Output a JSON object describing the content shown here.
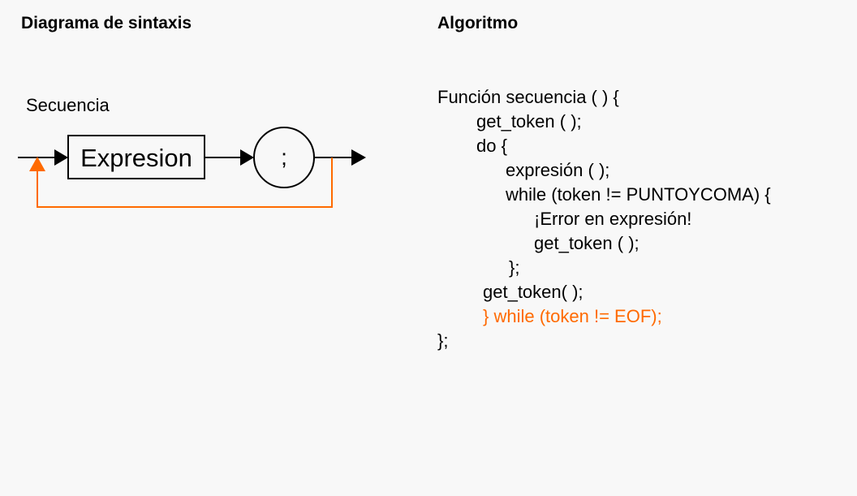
{
  "diagram": {
    "heading": "Diagrama de sintaxis",
    "label": "Secuencia",
    "box_label": "Expresion",
    "terminal_label": ";",
    "loop_color": "#ff6a00",
    "line_color": "#000000"
  },
  "algorithm": {
    "heading": "Algoritmo",
    "accent_color": "#ff6a00",
    "lines": [
      "Función secuencia ( ) {",
      "get_token ( );",
      "do {",
      "expresión ( );",
      "while (token != PUNTOYCOMA) {",
      "¡Error en expresión!",
      "get_token ( );",
      "};",
      "get_token( );",
      "} while (token != EOF);",
      "};"
    ]
  }
}
